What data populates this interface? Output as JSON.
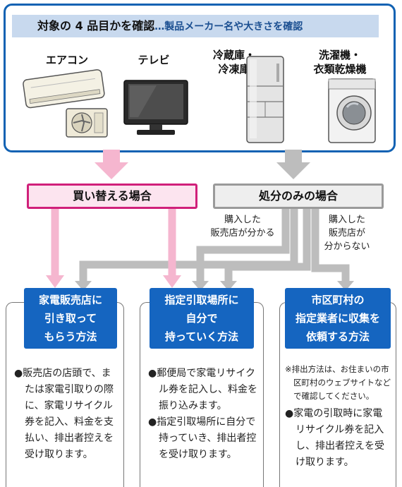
{
  "header": {
    "main": "対象の 4 品目かを確認",
    "sub": "…製品メーカー名や大きさを確認"
  },
  "items": [
    {
      "label_lines": [
        "エアコン"
      ],
      "icon": "air-conditioner-icon"
    },
    {
      "label_lines": [
        "テレビ"
      ],
      "icon": "television-icon"
    },
    {
      "label_lines": [
        "冷蔵庫・",
        "冷凍庫"
      ],
      "icon": "refrigerator-icon"
    },
    {
      "label_lines": [
        "洗濯機・",
        "衣類乾燥機"
      ],
      "icon": "washing-machine-icon"
    }
  ],
  "cases": {
    "buy": "買い替える場合",
    "dispose": "処分のみの場合"
  },
  "paths": {
    "known": [
      "購入した",
      "販売店が分かる"
    ],
    "unknown": [
      "購入した",
      "販売店が",
      "分からない"
    ]
  },
  "methods": [
    {
      "title_lines": [
        "家電販売店に",
        "引き取って",
        "もらう方法"
      ],
      "note": "",
      "bullets": [
        "販売店の店頭で、または家電引取りの際に、家電リサイクル券を記入、料金を支払い、排出者控えを受け取ります。"
      ]
    },
    {
      "title_lines": [
        "指定引取場所に",
        "自分で",
        "持っていく方法"
      ],
      "note": "",
      "bullets": [
        "郵便局で家電リサイクル券を記入し、料金を振り込みます。",
        "指定引取場所に自分で持っていき、排出者控を受け取ります。"
      ]
    },
    {
      "title_lines": [
        "市区町村の",
        "指定業者に収集を",
        "依頼する方法"
      ],
      "note": "※排出方法は、お住まいの市区町村のウェブサイトなどで確認してください。",
      "bullets": [
        "家電の引取時に家電リサイクル券を記入し、排出者控えを受け取ります。"
      ]
    }
  ],
  "colors": {
    "panel_border": "#1262b3",
    "header_bg": "#c8d9ee",
    "buy_border": "#d0207a",
    "pink_arrow": "#f5b6cf",
    "gray_arrow": "#bdbdbd",
    "method_bg": "#1565c0"
  }
}
